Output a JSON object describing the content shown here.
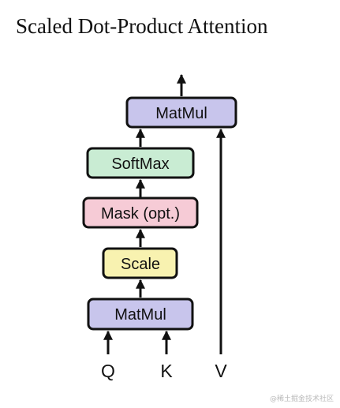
{
  "title": "Scaled Dot-Product Attention",
  "blocks": {
    "matmul_top": {
      "label": "MatMul",
      "fill": "#c8c5ec"
    },
    "softmax": {
      "label": "SoftMax",
      "fill": "#c9ecd3"
    },
    "mask": {
      "label": "Mask (opt.)",
      "fill": "#f6cbd6"
    },
    "scale": {
      "label": "Scale",
      "fill": "#f8f2b0"
    },
    "matmul_bottom": {
      "label": "MatMul",
      "fill": "#c8c5ec"
    }
  },
  "inputs": {
    "q": "Q",
    "k": "K",
    "v": "V"
  },
  "watermark": "@稀土掘金技术社区",
  "colors": {
    "stroke": "#111111",
    "text": "#111111"
  }
}
